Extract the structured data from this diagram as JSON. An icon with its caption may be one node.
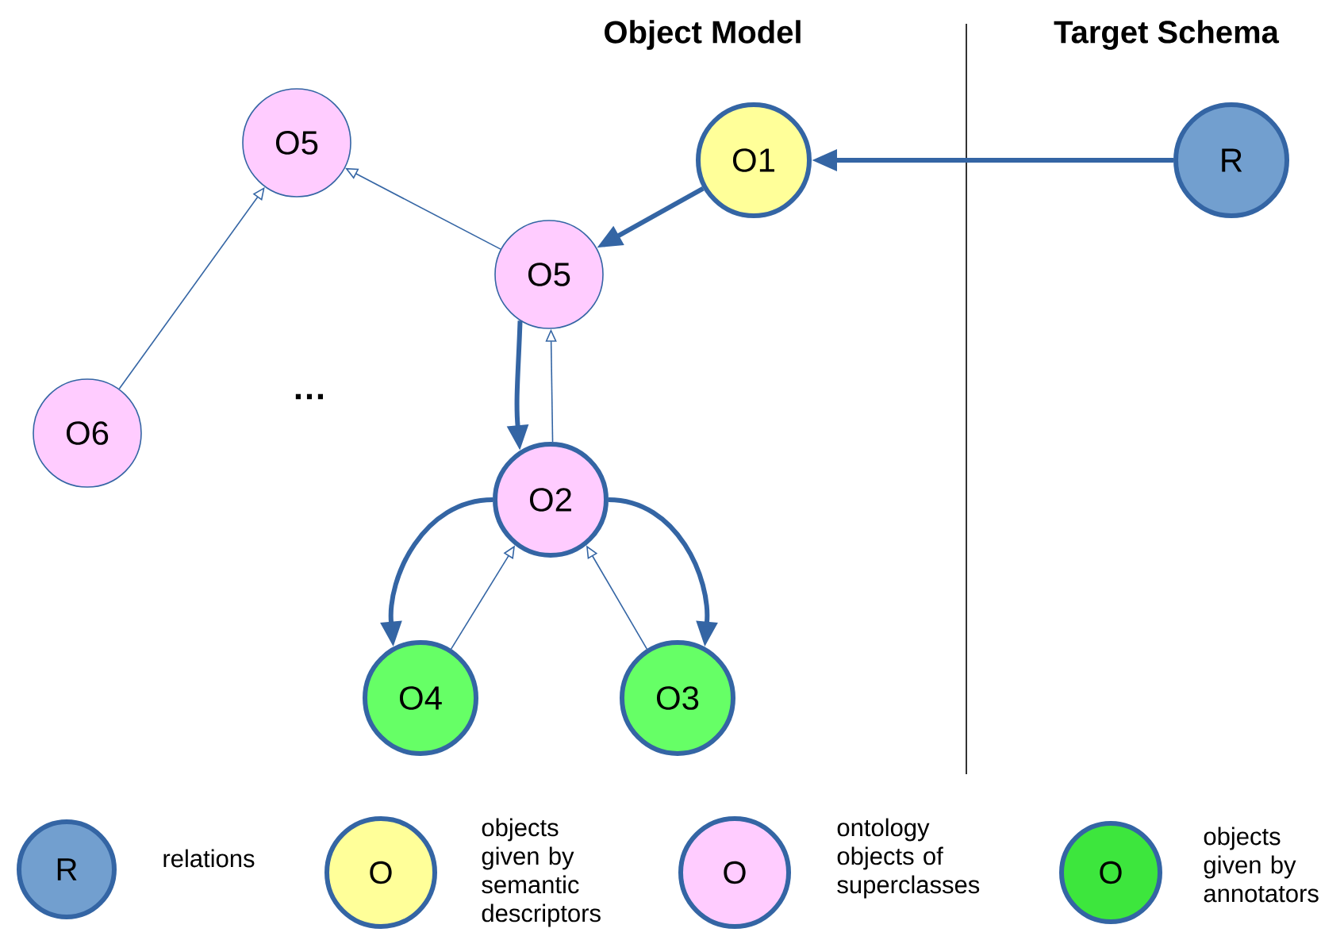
{
  "diagram": {
    "nodes": [
      {
        "text": [
          "R"
        ]
      },
      {
        "text": [
          "O1"
        ]
      },
      {
        "text": [
          "O5"
        ]
      },
      {
        "text": [
          "O5"
        ]
      },
      {
        "text": [
          "O6"
        ]
      },
      {
        "text": [
          "O2"
        ]
      },
      {
        "text": [
          "O4"
        ]
      },
      {
        "text": [
          "O3"
        ]
      }
    ],
    "edges": [
      {
        "from": 0,
        "to": 1,
        "arrow": "to",
        "style": "thick"
      },
      {
        "from": 1,
        "to": 2,
        "arrow": "to",
        "style": "thick"
      },
      {
        "from": 2,
        "to": 5,
        "arrow": "to",
        "style": "thick"
      },
      {
        "from": 5,
        "to": 2,
        "arrow": "to"
      },
      {
        "from": 2,
        "to": 3,
        "arrow": "to"
      },
      {
        "from": 4,
        "to": 3,
        "arrow": "to"
      },
      {
        "from": 5,
        "to": 6,
        "arrow": "to",
        "style": "thick"
      },
      {
        "from": 6,
        "to": 5,
        "arrow": "to"
      },
      {
        "from": 5,
        "to": 7,
        "arrow": "to",
        "style": "thick"
      },
      {
        "from": 7,
        "to": 5,
        "arrow": "to"
      }
    ],
    "labels": [
      "Object Model",
      "Target Schema",
      "…",
      "R",
      "O",
      "O",
      "O"
    ],
    "legend": [
      {
        "text": "relations",
        "color": "#729fcf"
      },
      {
        "text": "objects given by semantic descriptors",
        "color": "#ffff99"
      },
      {
        "text": "ontology objects of superclasses",
        "color": "#ffccff"
      },
      {
        "text": "objects given by annotators",
        "color": "#3de63d"
      }
    ]
  }
}
